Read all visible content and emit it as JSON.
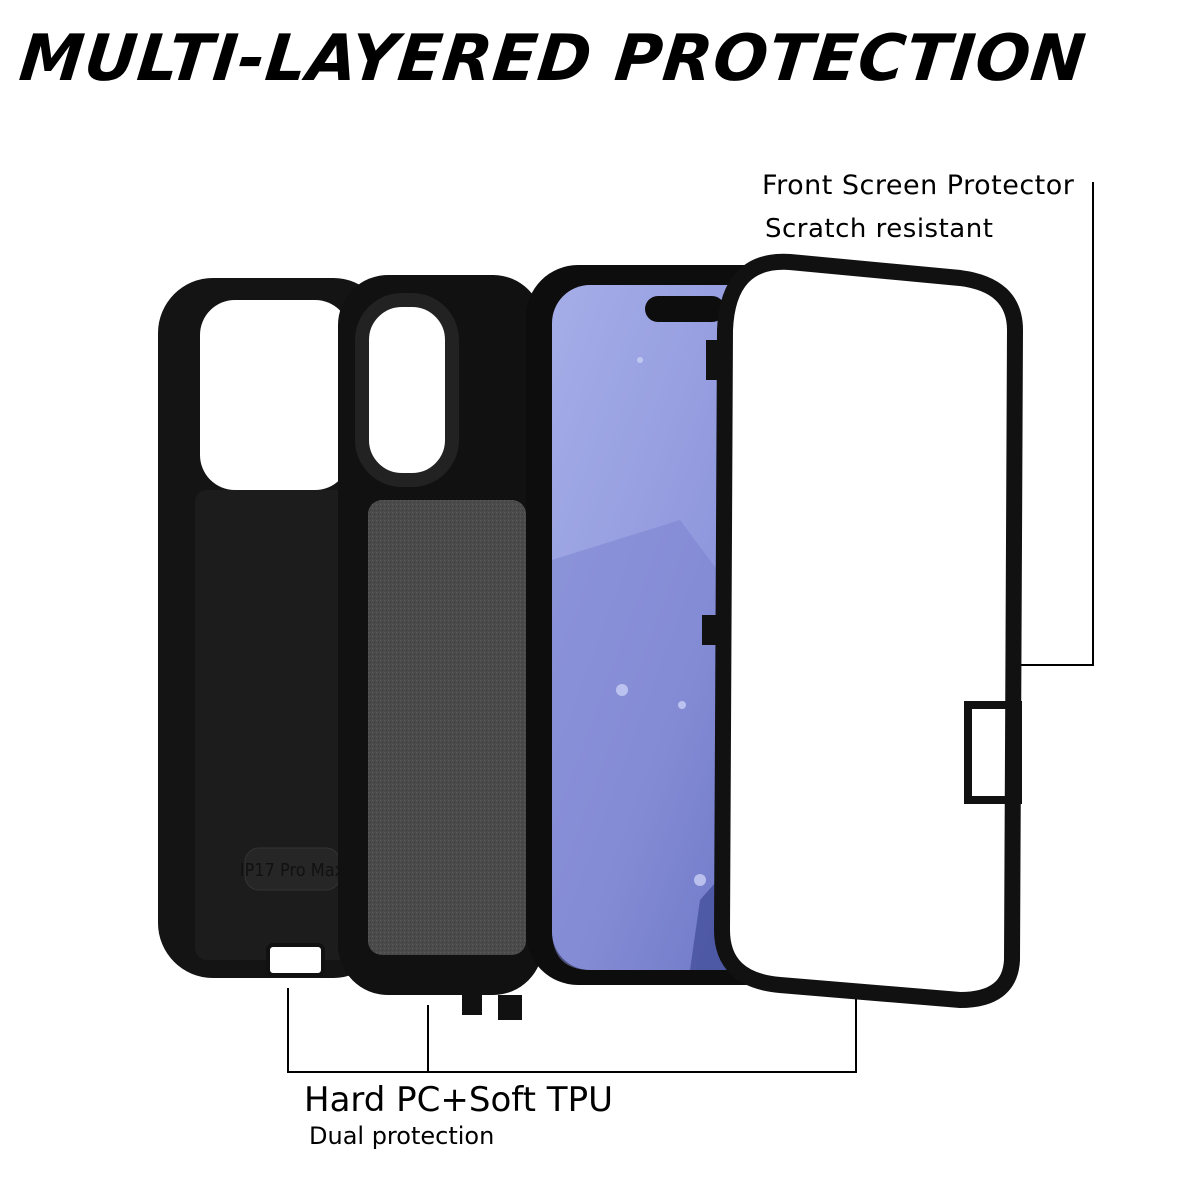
{
  "title": "MULTI-LAYERED PROTECTION",
  "labels": {
    "front_title": "Front Screen Protector",
    "front_sub": "Scratch resistant",
    "bottom_title": "Hard PC+Soft TPU",
    "bottom_sub": "Dual protection"
  },
  "case_model_text": "IP17 Pro Max",
  "colors": {
    "case": "#111111",
    "screen": "#8c93d6",
    "felt": "#4a4a4a",
    "background": "#ffffff"
  }
}
